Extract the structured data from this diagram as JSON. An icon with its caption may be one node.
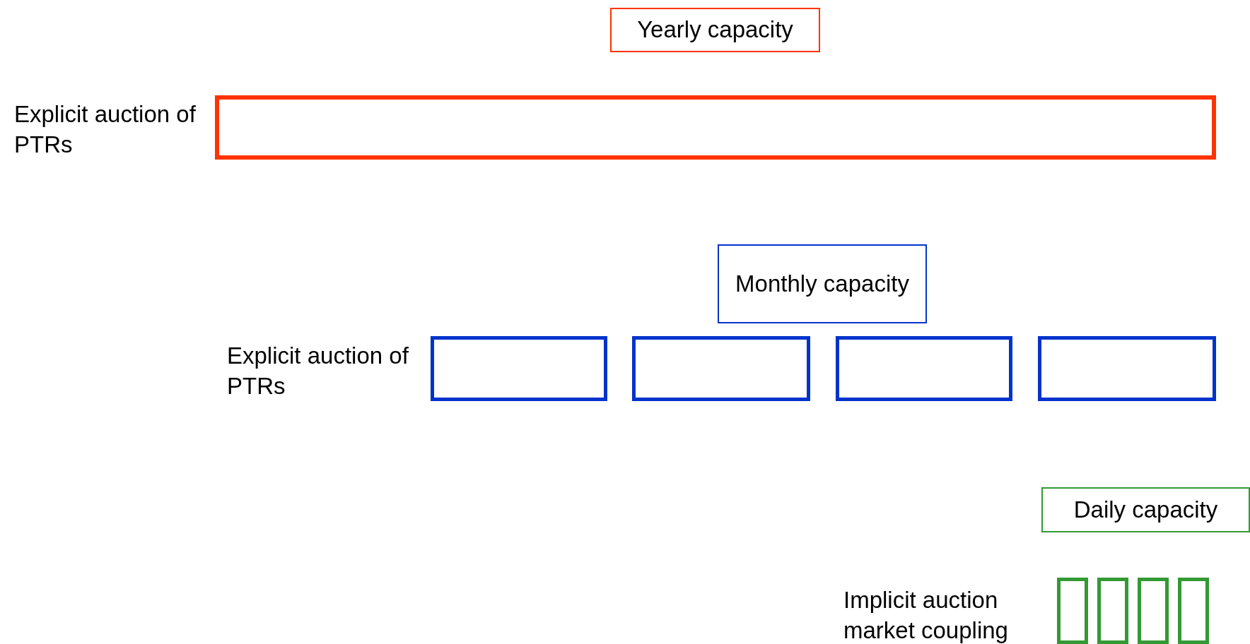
{
  "diagram": {
    "nodes": [
      {
        "text": [
          "Yearly capacity"
        ]
      },
      {
        "text": [],
        "shape": "box"
      },
      {
        "text": [
          "Monthly capacity"
        ]
      },
      {
        "text": [],
        "shape": "box"
      },
      {
        "text": [],
        "shape": "box"
      },
      {
        "text": [],
        "shape": "box"
      },
      {
        "text": [],
        "shape": "box"
      },
      {
        "text": [
          "Daily capacity"
        ]
      },
      {
        "text": [],
        "shape": "box"
      },
      {
        "text": [],
        "shape": "box"
      },
      {
        "text": [],
        "shape": "box"
      },
      {
        "text": [],
        "shape": "box"
      }
    ],
    "labels": [
      "Explicit auction of PTRs",
      "Explicit auction of PTRs",
      "Implicit auction market coupling"
    ]
  }
}
